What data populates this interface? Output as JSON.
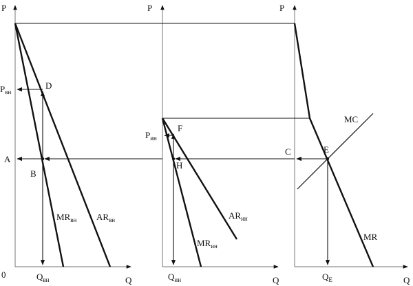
{
  "diagram": {
    "origin_label": "0",
    "panel_left": {
      "p_axis_label": "P",
      "q_axis_label": "Q",
      "p_label": "P",
      "p_label_sub": "вн",
      "a_label": "A",
      "d_label": "D",
      "b_label": "B",
      "mr_label": "MR",
      "mr_label_sub": "вн",
      "ar_label": "AR",
      "ar_label_sub": "вн",
      "q_label": "Q",
      "q_label_sub": "вн"
    },
    "panel_middle": {
      "p_axis_label": "P",
      "q_axis_label": "Q",
      "p_label": "P",
      "p_label_sub": "ин",
      "f_label": "F",
      "h_label": "H",
      "mr_label": "MR",
      "mr_label_sub": "ин",
      "ar_label": "AR",
      "ar_label_sub": "ин",
      "q_label": "Q",
      "q_label_sub": "ин"
    },
    "panel_right": {
      "p_axis_label": "P",
      "q_axis_label": "Q",
      "c_label": "C",
      "e_label": "E",
      "mc_label": "MC",
      "mr_label": "MR",
      "q_label": "Q",
      "q_label_sub": "E"
    }
  }
}
